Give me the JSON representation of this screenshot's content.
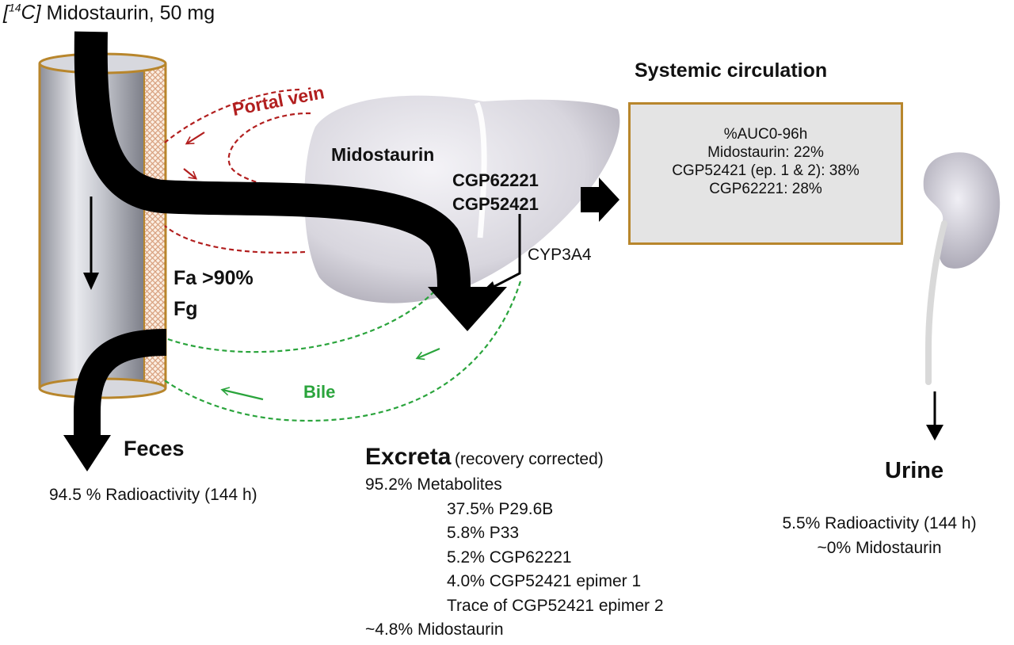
{
  "title": {
    "isotope": "[14C]",
    "isotope_mass": "14",
    "isotope_element": "C",
    "text": "Midostaurin,  50 mg"
  },
  "labels": {
    "portal_vein": "Portal vein",
    "midostaurin_liver": "Midostaurin",
    "cgp62221": "CGP62221",
    "cgp52421": "CGP52421",
    "cyp3a4": "CYP3A4",
    "fa": "Fa >90%",
    "fg": "Fg",
    "bile": "Bile"
  },
  "systemic": {
    "title": "Systemic circulation",
    "lines": [
      "%AUC0-96h",
      "Midostaurin:  22%",
      "CGP52421  (ep. 1 & 2): 38%",
      "CGP62221:  28%"
    ]
  },
  "feces": {
    "title": "Feces",
    "line": "94.5 % Radioactivity (144 h)"
  },
  "excreta": {
    "title": "Excreta",
    "subtitle": "(recovery corrected)",
    "metabolites": "95.2% Metabolites",
    "items": [
      "37.5% P29.6B",
      "5.8% P33",
      "5.2% CGP62221",
      "4.0% CGP52421 epimer 1",
      "Trace of CGP52421 epimer 2"
    ],
    "parent": "~4.8% Midostaurin"
  },
  "urine": {
    "title": "Urine",
    "lines": [
      "5.5% Radioactivity (144 h)",
      "~0% Midostaurin"
    ]
  },
  "colors": {
    "portal_vein": "#b21f1f",
    "bile": "#2aa43c",
    "tube_border": "#b8862c",
    "flow_arrow": "#000000",
    "box_fill": "#e4e4e4"
  }
}
